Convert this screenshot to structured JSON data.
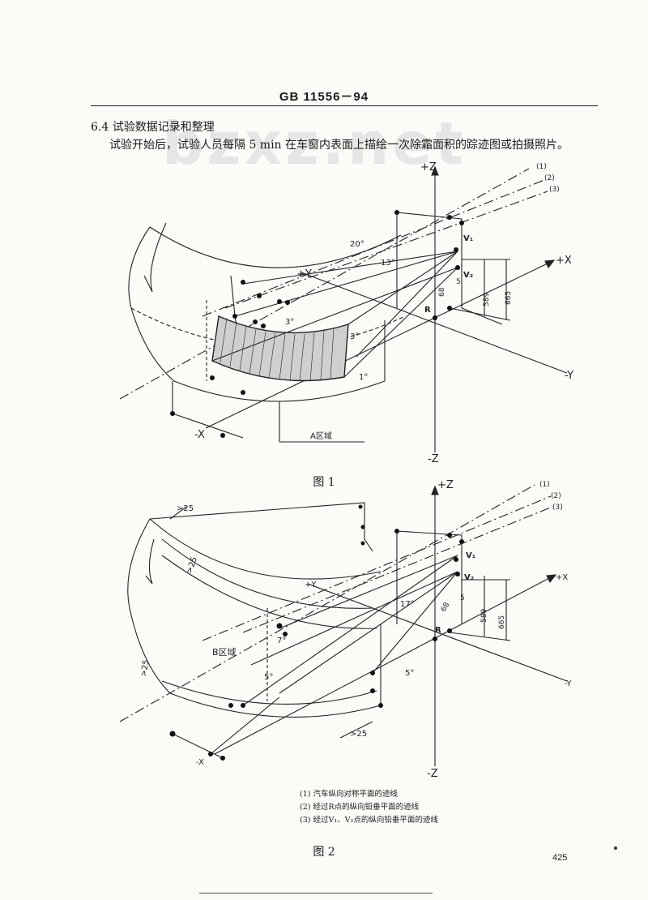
{
  "header": {
    "standard_code": "GB 11556－94"
  },
  "watermark": "bzxz.net",
  "section": {
    "heading": "6.4  试验数据记录和整理",
    "body": "试验开始后，试验人员每隔 5 min 在车窗内表面上描绘一次除霜面积的踪迹图或拍摄照片。"
  },
  "figure1": {
    "caption": "图 1",
    "labels": {
      "plus_z": "+Z",
      "minus_z": "-Z",
      "plus_y": "+Y",
      "minus_y": "-Y",
      "plus_x": "+X",
      "minus_x": "-X",
      "line1": "(1)",
      "line2": "(2)",
      "line3": "(3)",
      "v1": "V₁",
      "v2": "V₂",
      "r": "R",
      "angle20": "20°",
      "angle13": "13°",
      "angle3a": "3°",
      "angle3b": "3°",
      "angle1": "1°",
      "dim5": "5",
      "dim68": "68",
      "dim589": "589",
      "dim665": "665",
      "zone": "A区域"
    }
  },
  "figure2": {
    "caption": "图 2",
    "labels": {
      "plus_z": "+Z",
      "minus_z": "-Z",
      "plus_y": "+Y",
      "minus_y": "-Y",
      "plus_x": "+X",
      "minus_x": "-X",
      "line1": "(1)",
      "line2": "(2)",
      "line3": "(3)",
      "v1": "V₁",
      "v2": "V₂",
      "r": "R",
      "angle17": "17°",
      "angle7": "7°",
      "angle5a": "5°",
      "angle5b": "5°",
      "gt25a": ">25",
      "gt25b": ">25",
      "gt25c": ">25",
      "gt25d": ">25",
      "dim5": "5",
      "dim68": "68",
      "dim589": "589",
      "dim665": "665",
      "zone": "B区域"
    }
  },
  "legend": {
    "items": [
      "(1) 汽车纵向对称平面的迹线",
      "(2) 经过R点的纵向铅垂平面的迹线",
      "(3) 经过V₁、V₂点的纵向铅垂平面的迹线"
    ]
  },
  "page_number": "425"
}
